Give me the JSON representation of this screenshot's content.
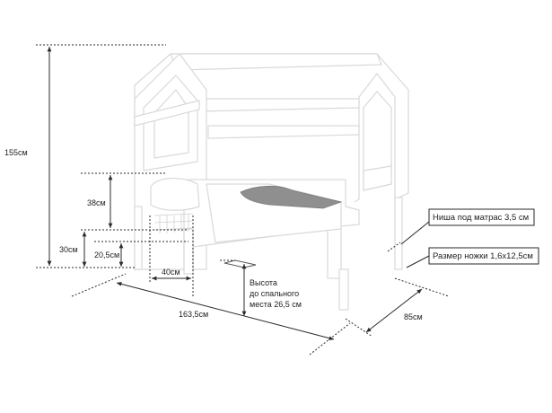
{
  "colors": {
    "line": "#2a2a2a",
    "bed_edge": "#d9d9d9",
    "mattress": "#8f8f8f",
    "background": "#ffffff"
  },
  "labels": {
    "total_height": "155см",
    "side_height": "38см",
    "frame_height": "30см",
    "leg_height": "20,5см",
    "opening_width": "40см",
    "length": "163,5см",
    "width": "85см",
    "sleeping_height_line1": "Высота",
    "sleeping_height_line2": "до спального",
    "sleeping_height_line3": "места 26,5 см",
    "mattress_niche": "Ниша под матрас 3,5 см",
    "leg_size": "Размер ножки 1,6х12,5см"
  }
}
